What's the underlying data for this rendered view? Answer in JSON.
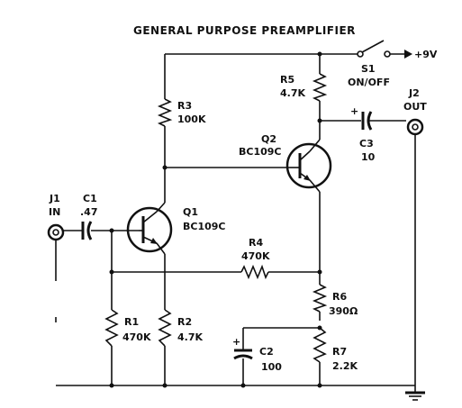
{
  "title": "GENERAL PURPOSE PREAMPLIFIER",
  "colors": {
    "ink": "#111111",
    "background": "#ffffff"
  },
  "components": {
    "j1": {
      "ref": "J1",
      "value": "IN"
    },
    "c1": {
      "ref": "C1",
      "value": ".47"
    },
    "q1": {
      "ref": "Q1",
      "value": "BC109C"
    },
    "r3": {
      "ref": "R3",
      "value": "100K"
    },
    "q2": {
      "ref": "Q2",
      "value": "BC109C"
    },
    "r5": {
      "ref": "R5",
      "value": "4.7K"
    },
    "s1": {
      "ref": "S1",
      "value": "ON/OFF"
    },
    "supply": {
      "label": "+9V"
    },
    "c3": {
      "ref": "C3",
      "value": "10",
      "polarity": "+"
    },
    "j2": {
      "ref": "J2",
      "value": "OUT"
    },
    "r4": {
      "ref": "R4",
      "value": "470K"
    },
    "r1": {
      "ref": "R1",
      "value": "470K"
    },
    "r2": {
      "ref": "R2",
      "value": "4.7K"
    },
    "r6": {
      "ref": "R6",
      "value": "390Ω"
    },
    "c2": {
      "ref": "C2",
      "value": "100",
      "polarity": "+"
    },
    "r7": {
      "ref": "R7",
      "value": "2.2K"
    }
  }
}
